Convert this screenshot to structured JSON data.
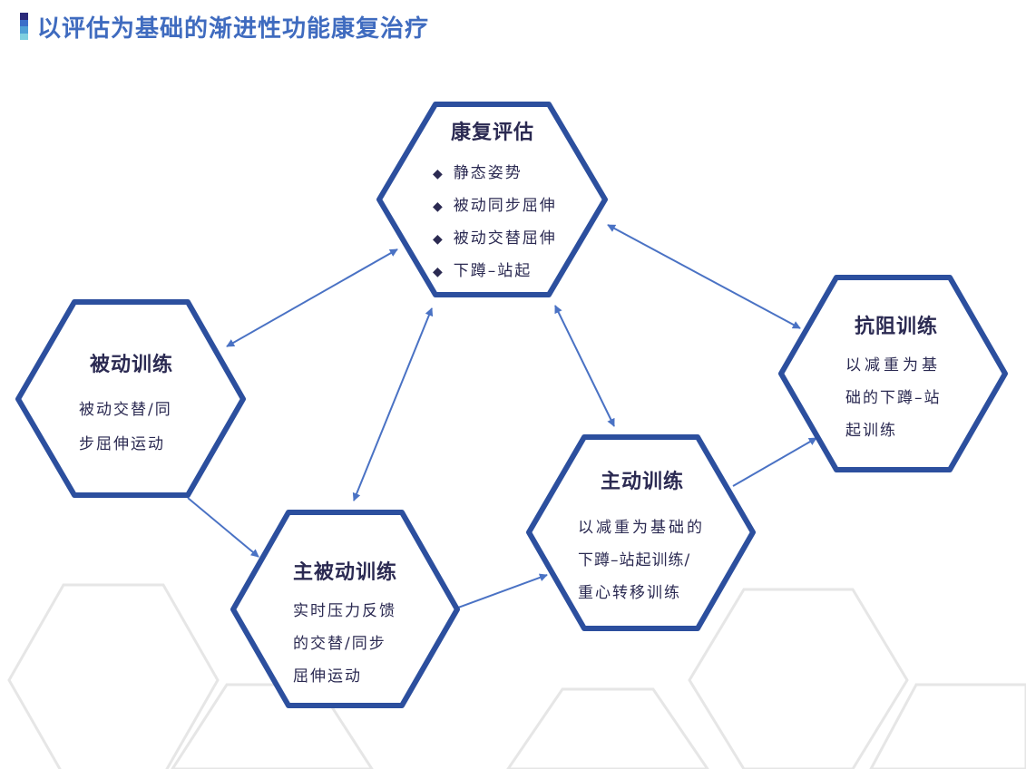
{
  "title": "以评估为基础的渐进性功能康复治疗",
  "colors": {
    "accent": "#3f6bbf",
    "hex_border": "#2c4f9e",
    "arrow": "#4a72c4",
    "text": "#2b2a52",
    "bg_hex": "#e6e6e6",
    "title_mark": [
      "#2b2a7a",
      "#3b6fc9",
      "#4fa0d6",
      "#7fd0e0"
    ]
  },
  "nodes": {
    "assessment": {
      "title": "康复评估",
      "items": [
        "静态姿势",
        "被动同步屈伸",
        "被动交替屈伸",
        "下蹲–站起"
      ]
    },
    "passive": {
      "title": "被动训练",
      "lines": [
        "被动交替/同",
        "步屈伸运动"
      ]
    },
    "active_passive": {
      "title": "主被动训练",
      "lines": [
        "实时压力反馈",
        "的交替/同步",
        "屈伸运动"
      ]
    },
    "active": {
      "title": "主动训练",
      "lines": [
        "以减重为基础的",
        "下蹲–站起训练/",
        "重心转移训练"
      ]
    },
    "resistance": {
      "title": "抗阻训练",
      "lines": [
        "以减重为基",
        "础的下蹲–站",
        "起训练"
      ]
    }
  },
  "icons": {
    "bullet": "diamond-bullet-icon",
    "title_mark": "gradient-bar-icon"
  }
}
